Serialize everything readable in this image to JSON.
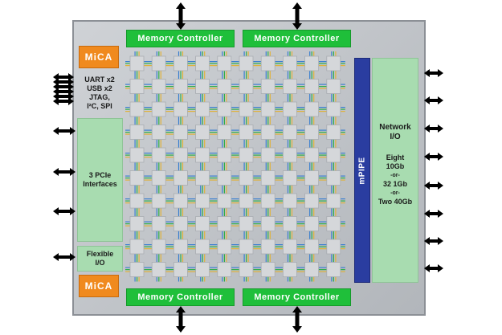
{
  "memory_controllers": {
    "top_left": "Memory Controller",
    "top_right": "Memory Controller",
    "bottom_left": "Memory Controller",
    "bottom_right": "Memory Controller"
  },
  "mica": {
    "top": "MiCA",
    "bottom": "MiCA"
  },
  "left_panel": {
    "uart_lines": [
      "UART x2",
      "USB x2",
      "JTAG,",
      "I²C, SPI"
    ],
    "pcie_lines": [
      "3 PCIe",
      "Interfaces"
    ],
    "flexible_lines": [
      "Flexible",
      "I/O"
    ]
  },
  "mpipe": {
    "label": "mPIPE"
  },
  "network": {
    "title_lines": [
      "Network",
      "I/O"
    ],
    "detail_lines": [
      "Eight",
      "10Gb",
      "-or-",
      "32 1Gb",
      "-or-",
      "Two 40Gb"
    ]
  },
  "colors": {
    "memory_controller": "#1fbf3a",
    "mica": "#f08a1e",
    "io_panel": "#a8dcb0",
    "mpipe": "#2a3da0",
    "arrow_fill": "#f4dfa5",
    "chip_body": "#c4c7cb",
    "tile": "#d5d7da"
  },
  "mesh": {
    "rows": 10,
    "cols": 10
  }
}
